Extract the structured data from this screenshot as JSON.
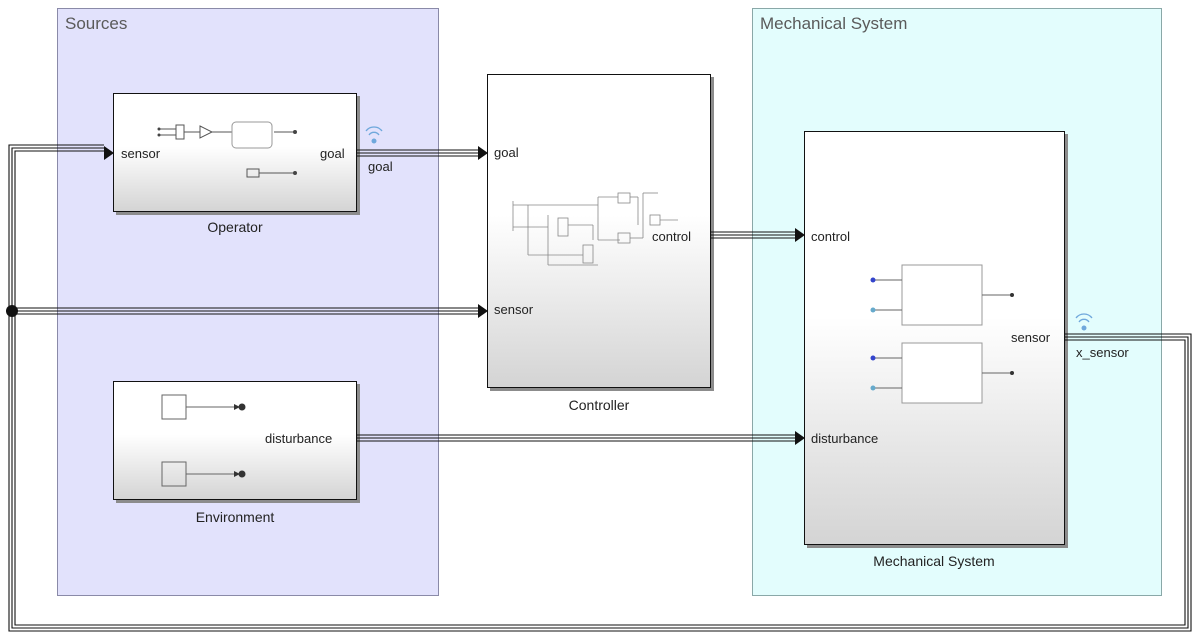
{
  "areas": {
    "sources": "Sources",
    "mechanical": "Mechanical System"
  },
  "blocks": {
    "operator": {
      "name": "Operator",
      "in_port": "sensor",
      "out_port": "goal"
    },
    "controller": {
      "name": "Controller",
      "in_goal": "goal",
      "in_sensor": "sensor",
      "out_port": "control"
    },
    "environment": {
      "name": "Environment",
      "out_port": "disturbance"
    },
    "mechanical": {
      "name": "Mechanical System",
      "in_control": "control",
      "in_disturbance": "disturbance",
      "out_port": "sensor"
    }
  },
  "signals": {
    "goal": "goal",
    "x_sensor": "x_sensor"
  },
  "colors": {
    "sources_area": "#e2e2fc",
    "mechanical_area": "#e3fdfd",
    "signal_icon": "#6fa8dc"
  }
}
